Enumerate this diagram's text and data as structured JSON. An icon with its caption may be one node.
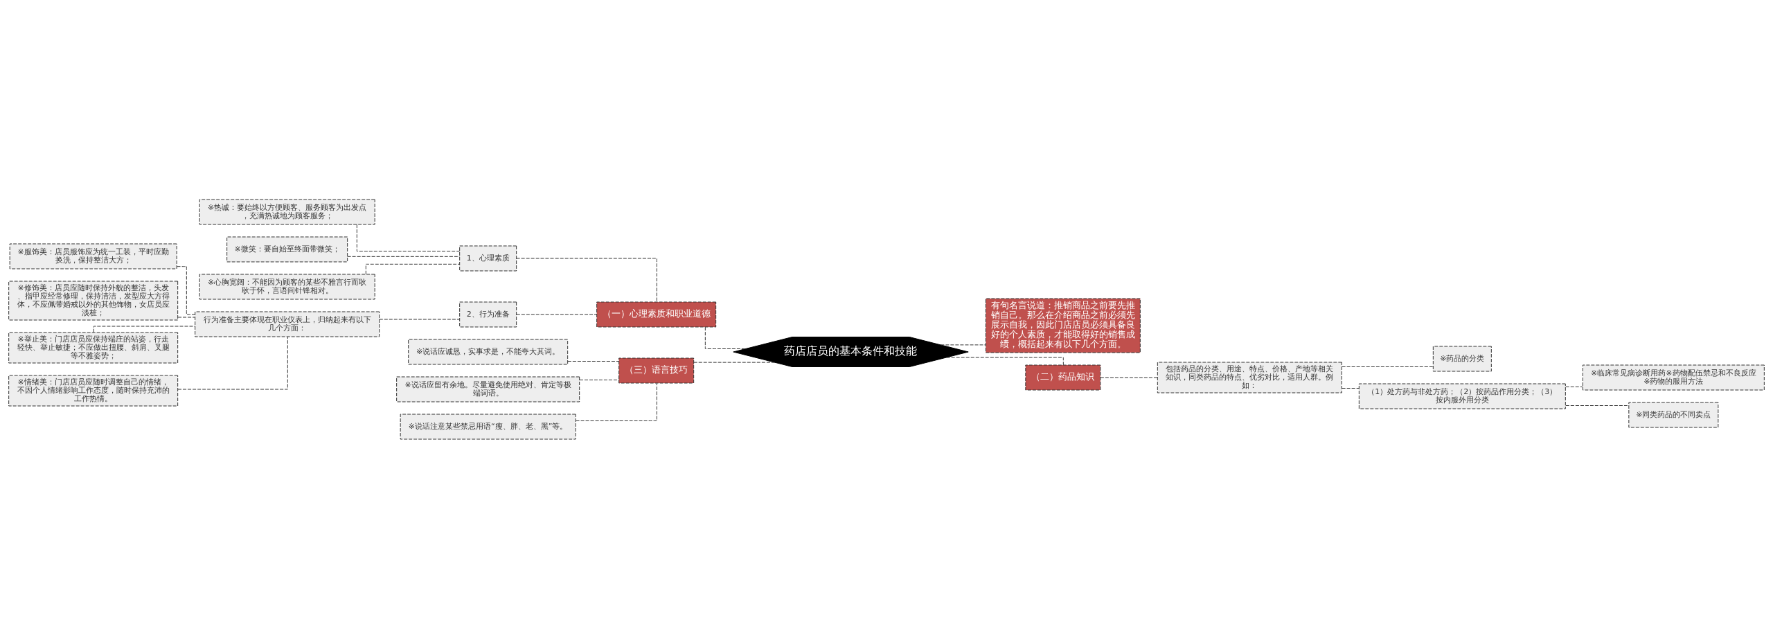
{
  "diagram": {
    "nodes": [
      {
        "text": [
          "药店店员的基本条件和技能"
        ]
      },
      {
        "text": [
          "（一）心理素质和职业道德"
        ]
      },
      {
        "text": [
          "1、心理素质"
        ]
      },
      {
        "text": [
          "※热诚：要始终以方便顾客、服务顾客为出发点，充满热诚地为顾客服务；"
        ]
      },
      {
        "text": [
          "※微笑：要自始至终面带微笑；"
        ]
      },
      {
        "text": [
          "※心胸宽阔：不能因为顾客的某些不雅言行而耿耿于怀，言语间针锋相对。"
        ]
      },
      {
        "text": [
          "2、行为准备"
        ]
      },
      {
        "text": [
          "行为准备主要体现在职业仪表上，归纳起来有以下几个方面："
        ]
      },
      {
        "text": [
          "※服饰美：店员服饰应为统一工装，平时应勤换洗，保持整洁大方；"
        ]
      },
      {
        "text": [
          "※修饰美：店员应随时保持外貌的整洁，头发、指甲应经常修理，保持清洁，发型应大方得体，不应佩带婚戒以外的其他饰物，女店员应淡桩；"
        ]
      },
      {
        "text": [
          "※举止美：门店店员应保持端庄的站姿，行走轻快、举止敏捷；不应做出扭腰、斜肩、叉腿等不雅姿势；"
        ]
      },
      {
        "text": [
          "※情绪美：门店店员应随时调整自己的情绪，不因个人情绪影响工作态度，随时保持充沛的工作热情。"
        ]
      },
      {
        "text": [
          "（三）语言技巧"
        ]
      },
      {
        "text": [
          "※说话应诚恳，实事求是，不能夸大其词。"
        ]
      },
      {
        "text": [
          "※说话应留有余地。尽量避免使用绝对、肯定等极端词语。"
        ]
      },
      {
        "text": [
          "※说话注意某些禁忌用语“瘦、胖、老、黑”等。"
        ]
      },
      {
        "text": [
          "有句名言说道：推销商品之前要先推销自己。那么在介绍商品之前必须先展示自我，因此门店店员必须具备良好的个人素质，才能取得好的销售成绩，概括起来有以下几个方面。"
        ]
      },
      {
        "text": [
          "（二）药品知识"
        ]
      },
      {
        "text": [
          "包括药品的分类、用途、特点、价格、产地等相关知识，同类药品的特点、优劣对比，适用人群。例如："
        ]
      },
      {
        "text": [
          "※药品的分类"
        ]
      },
      {
        "text": [
          "（1）处方药与非处方药；（2）按药品作用分类；（3）按内服外用分类"
        ]
      },
      {
        "text": [
          "※临床常见病诊断用药※药物配伍禁忌和不良反应※药物的服用方法"
        ]
      },
      {
        "text": [
          "※同类药品的不同卖点"
        ]
      }
    ],
    "edges": [
      {
        "from": 0,
        "to": 1,
        "arrow": "none",
        "style": "dashed"
      },
      {
        "from": 1,
        "to": 2,
        "arrow": "none",
        "style": "dashed"
      },
      {
        "from": 2,
        "to": 3,
        "arrow": "none",
        "style": "dashed"
      },
      {
        "from": 2,
        "to": 4,
        "arrow": "none",
        "style": "dashed"
      },
      {
        "from": 2,
        "to": 5,
        "arrow": "none",
        "style": "dashed"
      },
      {
        "from": 1,
        "to": 6,
        "arrow": "none",
        "style": "dashed"
      },
      {
        "from": 6,
        "to": 7,
        "arrow": "none",
        "style": "dashed"
      },
      {
        "from": 7,
        "to": 8,
        "arrow": "none",
        "style": "dashed"
      },
      {
        "from": 7,
        "to": 9,
        "arrow": "none",
        "style": "dashed"
      },
      {
        "from": 7,
        "to": 10,
        "arrow": "none",
        "style": "dashed"
      },
      {
        "from": 7,
        "to": 11,
        "arrow": "none",
        "style": "dashed"
      },
      {
        "from": 0,
        "to": 12,
        "arrow": "none",
        "style": "dashed"
      },
      {
        "from": 12,
        "to": 13,
        "arrow": "none",
        "style": "dashed"
      },
      {
        "from": 12,
        "to": 14,
        "arrow": "none",
        "style": "dashed"
      },
      {
        "from": 12,
        "to": 15,
        "arrow": "none",
        "style": "dashed"
      },
      {
        "from": 0,
        "to": 16,
        "arrow": "none",
        "style": "dashed"
      },
      {
        "from": 0,
        "to": 17,
        "arrow": "none",
        "style": "dashed"
      },
      {
        "from": 17,
        "to": 18,
        "arrow": "none",
        "style": "dashed"
      },
      {
        "from": 18,
        "to": 19,
        "arrow": "none",
        "style": "dashed"
      },
      {
        "from": 18,
        "to": 20,
        "arrow": "none",
        "style": "dashed"
      },
      {
        "from": 20,
        "to": 21,
        "arrow": "none",
        "style": "dashed"
      },
      {
        "from": 20,
        "to": 22,
        "arrow": "none",
        "style": "dashed"
      }
    ]
  }
}
